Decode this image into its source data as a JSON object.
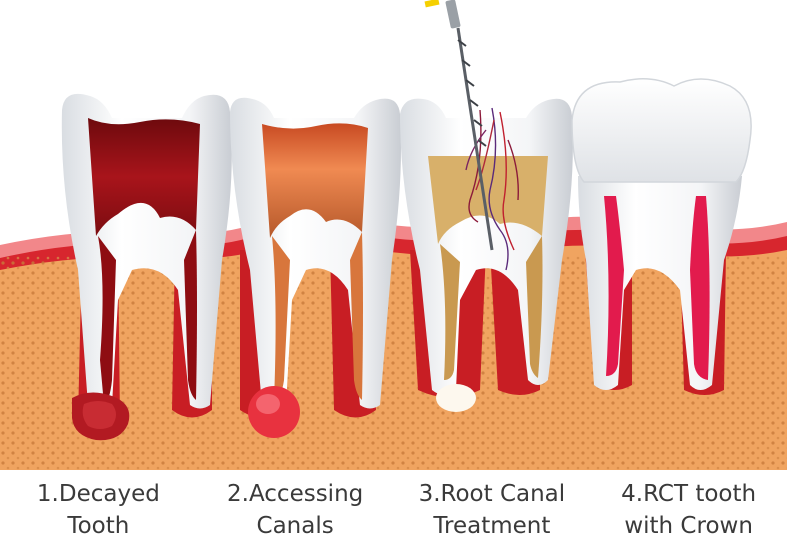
{
  "stages": [
    {
      "line1": "1.Decayed",
      "line2": "Tooth"
    },
    {
      "line1": "2.Accessing",
      "line2": "Canals"
    },
    {
      "line1": "3.Root Canal",
      "line2": "Treatment"
    },
    {
      "line1": "4.RCT tooth",
      "line2": "with Crown"
    }
  ],
  "colors": {
    "bone": "#f0a460",
    "gum": "#d7262e",
    "gum_highlight": "#f2878a",
    "decay": "#8e0d12",
    "pulp_open": "#ee7a45",
    "filling": "#d8b06a",
    "crown": "#f2f2f2",
    "root_fill": "#e21b4d",
    "caption_text": "#3a3a3a"
  }
}
